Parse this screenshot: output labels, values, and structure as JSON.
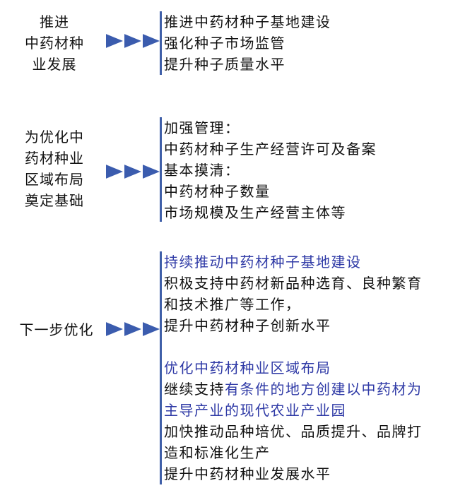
{
  "sections": [
    {
      "label_lines": [
        "推进",
        "中药材种",
        "业发展"
      ],
      "items": [
        "推进中药材种子基地建设",
        "强化种子市场监管",
        "提升种子质量水平"
      ]
    },
    {
      "label_lines": [
        "为优化中",
        "药材种业",
        "区域布局",
        "奠定基础"
      ],
      "items": [
        "加强管理：",
        "中药材种子生产经营许可及备案",
        "基本摸清：",
        "中药材种子数量",
        "市场规模及生产经营主体等"
      ]
    },
    {
      "label_lines": [
        "下一步优化"
      ],
      "items": {
        "l1": "持续推动中药材种子基地建设",
        "l2": "积极支持中药材新品种选育、良种繁育",
        "l3": "和技术推广等工作，",
        "l4": "提升中药材种子创新水平",
        "l6": "优化中药材种业区域布局",
        "l7a": "继续支持",
        "l7b": "有条件的地方创建以中药材为",
        "l8": "主导产业的现代农业产业园",
        "l9": "加快推动品种培优、品质提升、品牌打",
        "l10": "造和标准化生产",
        "l11": "提升中药材种业发展水平"
      }
    }
  ],
  "colors": {
    "arrow": "#3b5cae",
    "bracket": "#3f5fa8",
    "highlight": "#2f3aa6",
    "text": "#111111"
  },
  "icons": {
    "arrow": "triple-right-triangle-arrow"
  }
}
